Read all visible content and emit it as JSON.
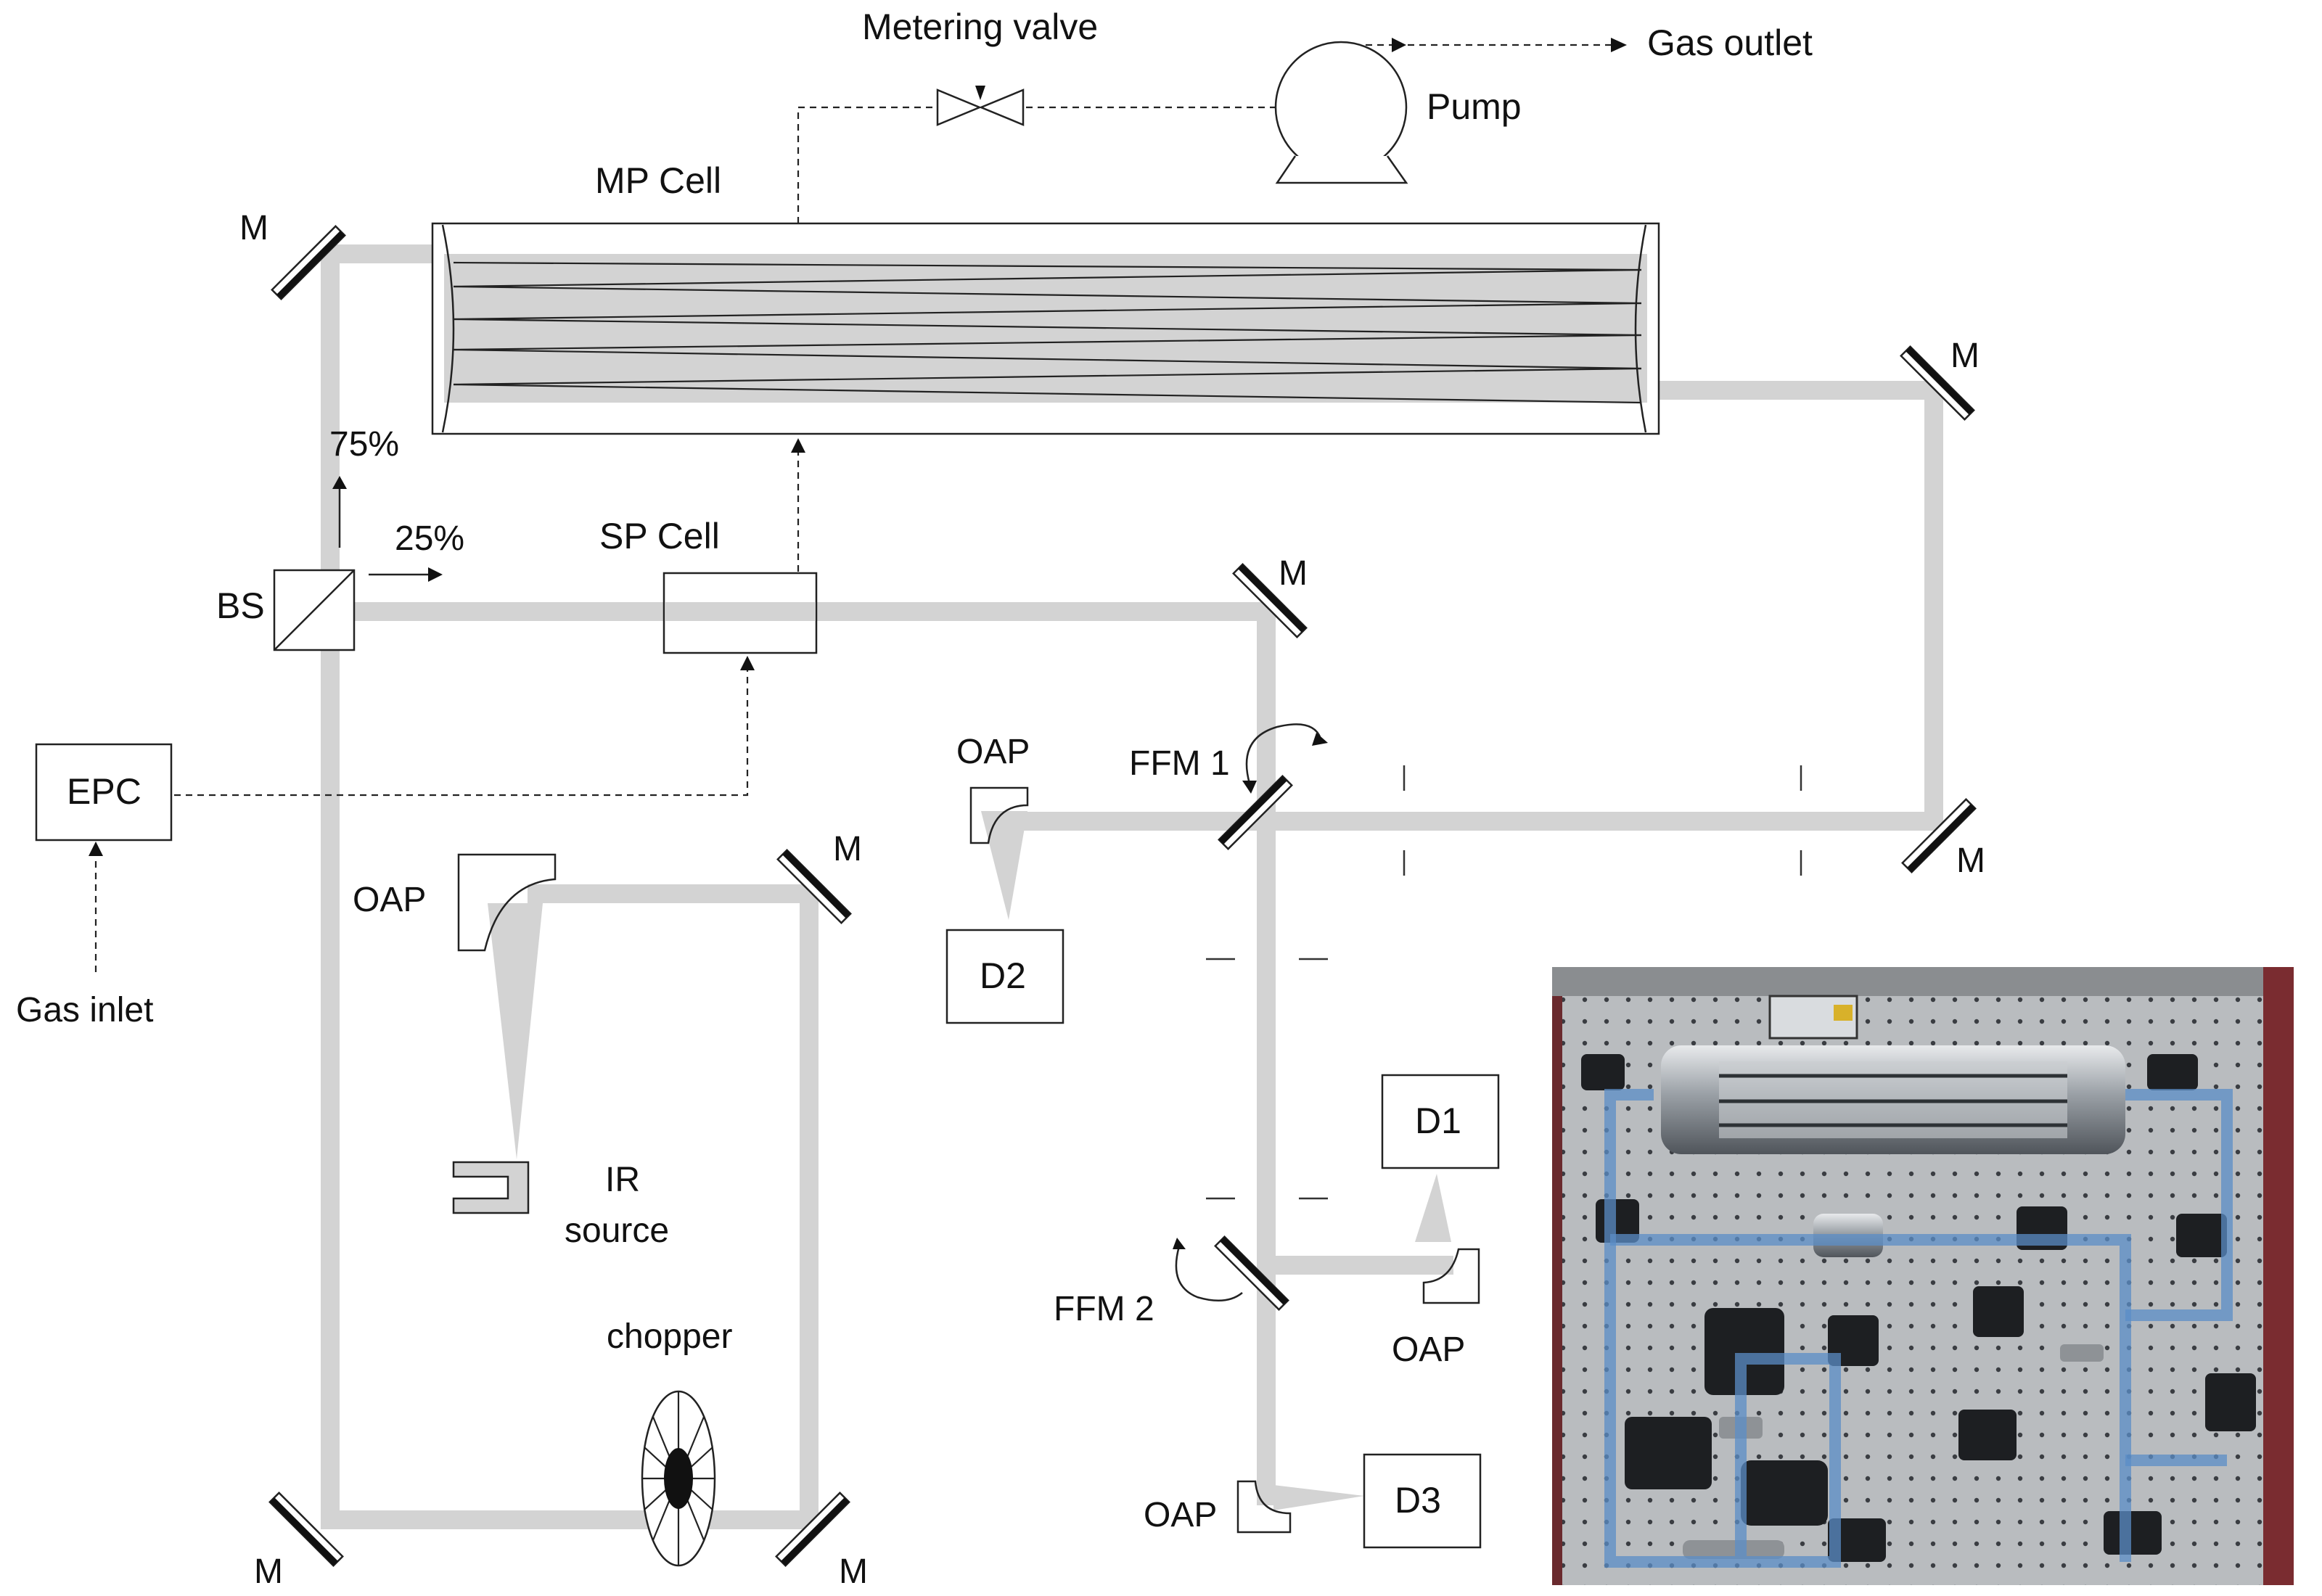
{
  "labels": {
    "metering_valve": "Metering valve",
    "gas_outlet": "Gas outlet",
    "pump": "Pump",
    "mp_cell": "MP Cell",
    "sp_cell": "SP Cell",
    "bs": "BS",
    "epc": "EPC",
    "gas_inlet": "Gas inlet",
    "oap": "OAP",
    "ir_source_line1": "IR",
    "ir_source_line2": "source",
    "chopper": "chopper",
    "ffm1": "FFM 1",
    "ffm2": "FFM 2",
    "d1": "D1",
    "d2": "D2",
    "d3": "D3",
    "mirror": "M",
    "split_75": "75%",
    "split_25": "25%"
  },
  "colors": {
    "beam": "#d3d3d3",
    "outline": "#222222",
    "photo_board": "#b9bcbf",
    "photo_overlay_path": "#5b8ec7"
  }
}
